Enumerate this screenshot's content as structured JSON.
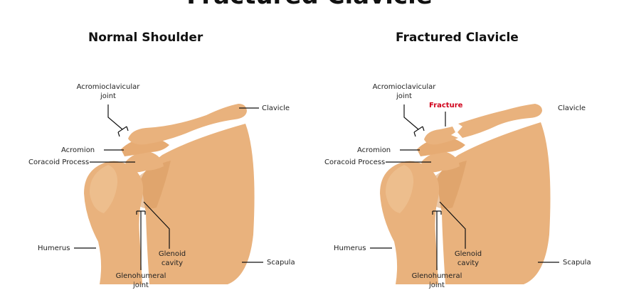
{
  "title": "Fractured Clavicle",
  "panels": {
    "normal": {
      "title": "Normal Shoulder",
      "labels": {
        "ac_joint": [
          "Acromioclavicular",
          "joint"
        ],
        "clavicle": "Clavicle",
        "acromion": "Acromion",
        "coracoid": "Coracoid Process",
        "humerus": "Humerus",
        "glenoid": [
          "Glenoid",
          "cavity"
        ],
        "scapula": "Scapula",
        "glenohumeral": [
          "Glenohumeral",
          "joint"
        ]
      }
    },
    "fractured": {
      "title": "Fractured Clavicle",
      "labels": {
        "ac_joint": [
          "Acromioclavicular",
          "joint"
        ],
        "fracture": "Fracture",
        "clavicle": "Clavicle",
        "acromion": "Acromion",
        "coracoid": "Coracoid Process",
        "humerus": "Humerus",
        "glenoid": [
          "Glenoid",
          "cavity"
        ],
        "scapula": "Scapula",
        "glenohumeral": [
          "Glenohumeral",
          "joint"
        ]
      }
    }
  },
  "colors": {
    "bone": "#e9b27d",
    "bone_shade": "#d99a60",
    "bone_light": "#f0c697",
    "line": "#111111",
    "fracture_label": "#d0021b"
  }
}
